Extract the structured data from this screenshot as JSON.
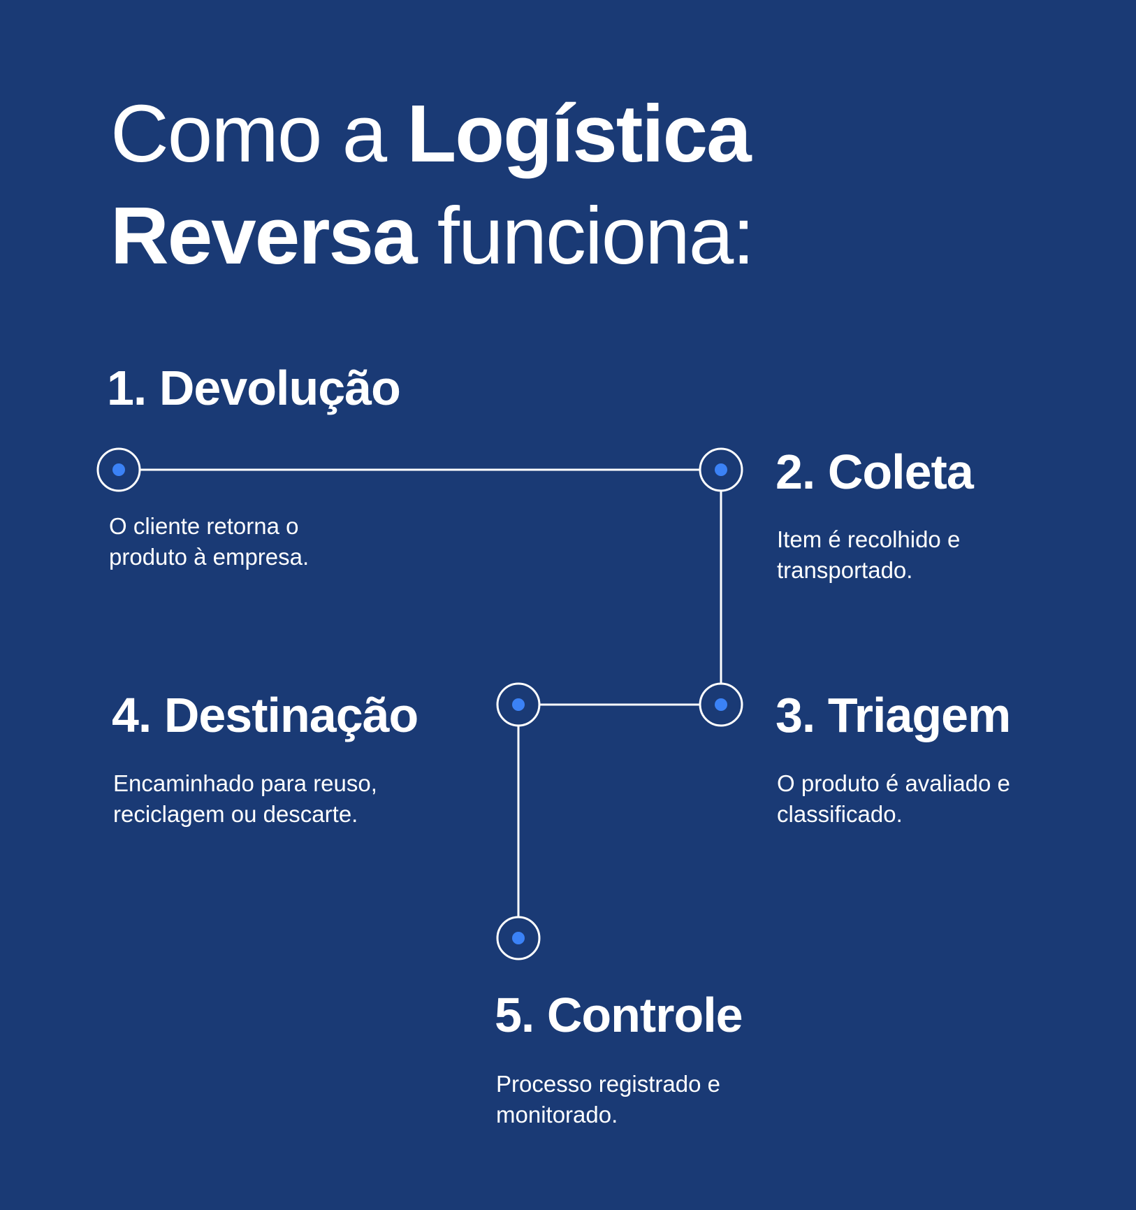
{
  "title": {
    "line1_light": "Como a ",
    "line1_bold": "Logística",
    "line2_bold": "Reversa",
    "line2_light": " funciona:"
  },
  "colors": {
    "background": "#1a3a75",
    "text": "#ffffff",
    "line": "#ffffff",
    "node_fill": "#1a3a75",
    "node_dot": "#3b82f6"
  },
  "steps": [
    {
      "title": "1. Devolução",
      "desc_line1": "O cliente retorna o",
      "desc_line2": "produto à empresa."
    },
    {
      "title": "2. Coleta",
      "desc_line1": "Item é recolhido e",
      "desc_line2": "transportado."
    },
    {
      "title": "3. Triagem",
      "desc_line1": "O produto é avaliado e",
      "desc_line2": "classificado."
    },
    {
      "title": "4. Destinação",
      "desc_line1": "Encaminhado para reuso,",
      "desc_line2": "reciclagem ou descarte."
    },
    {
      "title": "5. Controle",
      "desc_line1": "Processo registrado e",
      "desc_line2": "monitorado."
    }
  ]
}
